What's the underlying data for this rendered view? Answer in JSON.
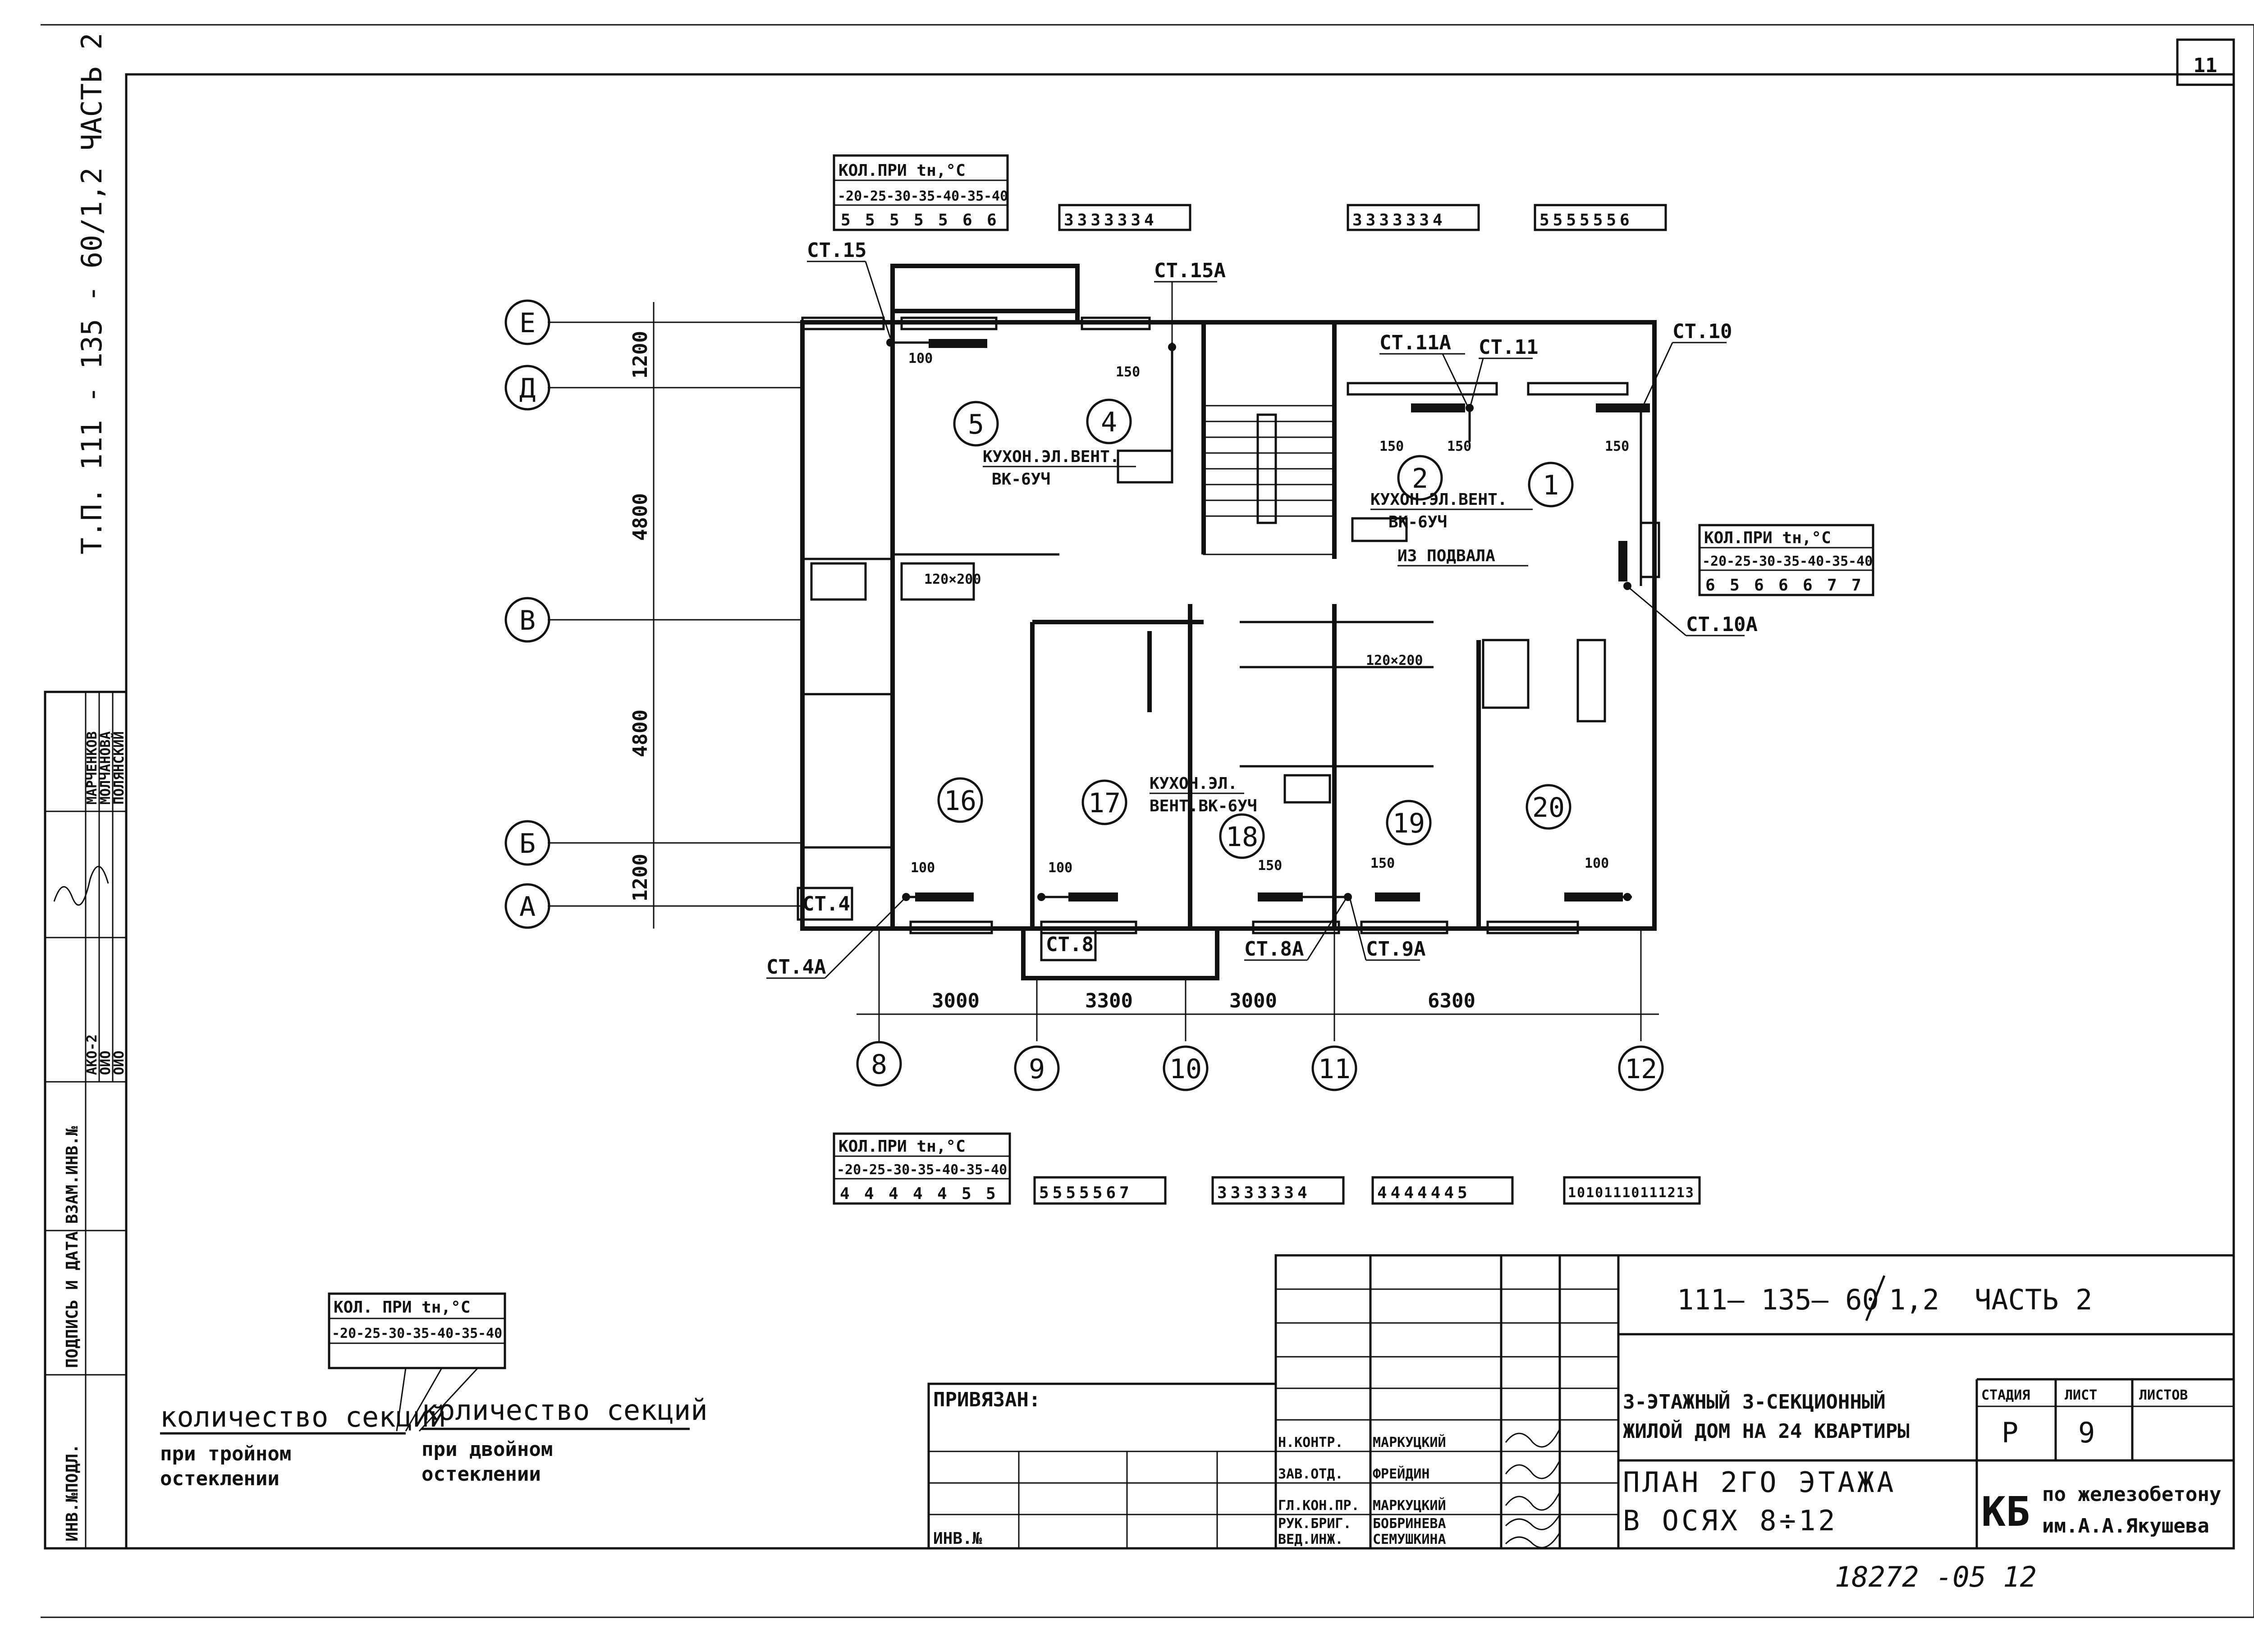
{
  "sheet": {
    "sheet_number": "11",
    "vertical_title": "Т.П. 111 - 135 - 60/1,2  ЧАСТЬ 2",
    "archive_number": "18272 -05 12"
  },
  "side_stamp": {
    "rows": [
      {
        "label": "ИНВ.№ПОДЛ.",
        "value": ""
      },
      {
        "label": "ПОДПИСЬ И ДАТА",
        "value": ""
      },
      {
        "label": "ВЗАМ.ИНВ.№",
        "value": ""
      }
    ],
    "names": [
      "МАРЧЕНКОВ",
      "МОЛЧАНОВА",
      "ПОЛЯНСКИЙ"
    ],
    "codes": [
      "АКО-2",
      "ОИО",
      "ОИО"
    ]
  },
  "axes": {
    "horizontal": [
      "Е",
      "Д",
      "В",
      "Б",
      "А"
    ],
    "vertical": [
      "8",
      "9",
      "10",
      "11",
      "12"
    ],
    "vertical_dimensions": [
      "1200",
      "4800",
      "4800",
      "1200"
    ],
    "horizontal_dimensions": [
      "3000",
      "3300",
      "3000",
      "6300"
    ]
  },
  "rooms": [
    "1",
    "2",
    "4",
    "5",
    "16",
    "17",
    "18",
    "19",
    "20"
  ],
  "risers": [
    "СТ.15",
    "СТ.15А",
    "СТ.11А",
    "СТ.11",
    "СТ.10",
    "СТ.10А",
    "СТ.4",
    "СТ.4А",
    "СТ.8",
    "СТ.8А",
    "СТ.9А"
  ],
  "annotations": {
    "kitchen_vent_1": "КУХОН.ЭЛ.ВЕНТ.",
    "kitchen_vent_1b": "ВК-6УЧ",
    "kitchen_vent_2": "КУХОН.ЭЛ.ВЕНТ.",
    "kitchen_vent_2b": "ВК-6УЧ",
    "kitchen_vent_3": "КУХОН.ЭЛ.",
    "kitchen_vent_3b": "ВЕНТ.ВК-6УЧ",
    "from_basement": "ИЗ ПОДВАЛА",
    "dims_100": "100",
    "dims_150": "150",
    "duct_120x200": "120×200"
  },
  "section_tables": {
    "header": "КОЛ.ПРИ tн,°С",
    "temps": [
      "-20",
      "-25",
      "-30",
      "-35",
      "-40",
      "-35",
      "-40"
    ],
    "top_left_values": [
      "5",
      "5",
      "5",
      "5",
      "5",
      "6",
      "6"
    ],
    "top_strip_1": "3333334",
    "top_strip_2": "3333334",
    "top_strip_3": "5555556",
    "right_values": [
      "6",
      "5",
      "6",
      "6",
      "6",
      "7",
      "7"
    ],
    "bottom_values": [
      "4",
      "4",
      "4",
      "4",
      "4",
      "5",
      "5"
    ],
    "bottom_strip_1": "5555567",
    "bottom_strip_2": "3333334",
    "bottom_strip_3": "4444445",
    "bottom_strip_4": "10101110111213"
  },
  "legend": {
    "header": "КОЛ. ПРИ tн,°С",
    "temps": [
      "-20",
      "-25",
      "-30",
      "-35",
      "-40",
      "-35",
      "-40"
    ],
    "left_caption_1": "количество секций",
    "left_caption_2": "при тройном",
    "left_caption_3": "остеклении",
    "right_caption_1": "количество секций",
    "right_caption_2": "при двойном",
    "right_caption_3": "остеклении"
  },
  "title_block": {
    "project_code": "111– 135– 60",
    "project_sub": "1,2",
    "part": "ЧАСТЬ 2",
    "bound_label": "ПРИВЯЗАН:",
    "inv_label": "ИНВ.№",
    "building_line_1": "3-ЭТАЖНЫЙ 3-СЕКЦИОННЫЙ",
    "building_line_2": "ЖИЛОЙ ДОМ НА 24 КВАРТИРЫ",
    "drawing_line_1": "ПЛАН 2ГО ЭТАЖА",
    "drawing_line_2": "В ОСЯХ 8÷12",
    "stage_header": "СТАДИЯ",
    "sheet_header": "ЛИСТ",
    "sheets_header": "ЛИСТОВ",
    "stage_value": "Р",
    "sheet_value": "9",
    "org_mark": "КБ",
    "org_line_1": "по железобетону",
    "org_line_2": "им.А.А.Якушева",
    "staff": [
      {
        "role": "Н.КОНТР.",
        "name": "МАРКУЦКИЙ"
      },
      {
        "role": "ЗАВ.ОТД.",
        "name": "ФРЕЙДИН"
      },
      {
        "role": "ГЛ.КОН.ПР.",
        "name": "МАРКУЦКИЙ"
      },
      {
        "role": "РУК.БРИГ.",
        "name": "БОБРИНЕВА"
      },
      {
        "role": "ВЕД.ИНЖ.",
        "name": "СЕМУШКИНА"
      }
    ]
  }
}
